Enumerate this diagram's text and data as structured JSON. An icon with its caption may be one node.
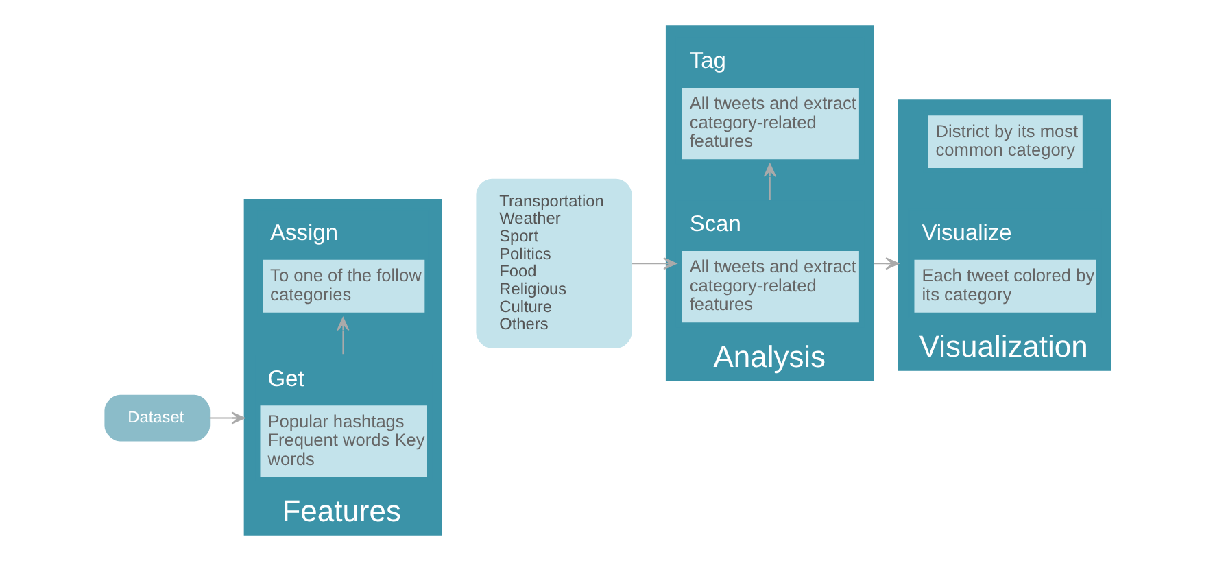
{
  "diagram": {
    "nodes": [
      {
        "text": [
          "Dataset"
        ]
      },
      {
        "text": [
          "Features"
        ]
      },
      {
        "text": [
          "Get",
          "Popular hashtags Frequent words Key words"
        ],
        "in": 1
      },
      {
        "text": [
          "Assign",
          "To one of the follow categories"
        ],
        "in": 1
      },
      {
        "text": [
          "Transportation Weather Sport Politics Food Religious Culture Others"
        ]
      },
      {
        "text": [
          "Analysis"
        ]
      },
      {
        "text": [
          "Scan",
          "All tweets and extract category-related features"
        ],
        "in": 5
      },
      {
        "text": [
          "Tag",
          "All tweets and extract category-related features"
        ],
        "in": 5
      },
      {
        "text": [
          "Visualization"
        ]
      },
      {
        "text": [
          "Visualize",
          "Each tweet colored by its category"
        ],
        "in": 8
      },
      {
        "text": [
          "District by its most common category"
        ],
        "in": 8
      }
    ],
    "edges": [
      {
        "from": 0,
        "to": 1,
        "arrow": "to"
      },
      {
        "from": 2,
        "to": 3,
        "arrow": "to"
      },
      {
        "from": 4,
        "to": 6,
        "arrow": "to"
      },
      {
        "from": 6,
        "to": 7,
        "arrow": "to"
      },
      {
        "from": 5,
        "to": 8,
        "arrow": "to"
      }
    ]
  }
}
